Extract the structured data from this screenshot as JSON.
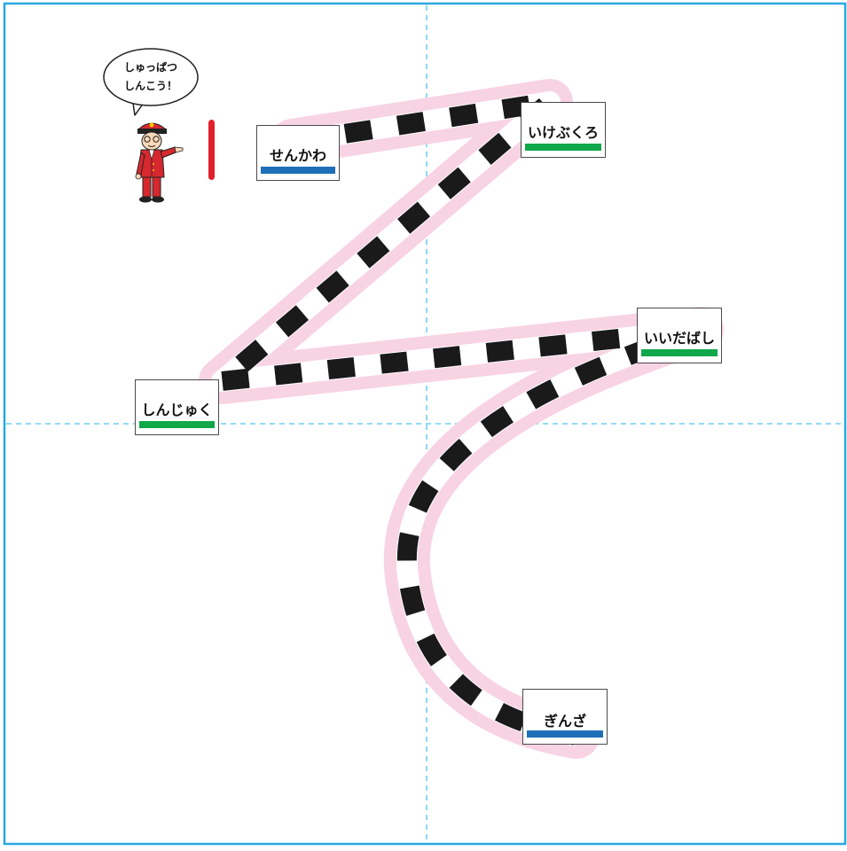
{
  "speech": {
    "line1": "しゅっぱつ",
    "line2": "しんこう！"
  },
  "stations": [
    {
      "name": "せんかわ",
      "line_color": "#1f6fb8"
    },
    {
      "name": "いけぶくろ",
      "line_color": "#10a84a"
    },
    {
      "name": "しんじゅく",
      "line_color": "#10a84a"
    },
    {
      "name": "いいだばし",
      "line_color": "#10a84a"
    },
    {
      "name": "ぎんざ",
      "line_color": "#1f6fb8"
    }
  ],
  "colors": {
    "frame": "#29a8e0",
    "guide": "#4fc3f0",
    "track_glow": "#f8d3e3",
    "rail": "#1a1a1a",
    "start_marker": "#e0202a",
    "conductor_uniform": "#d6282e"
  },
  "icons": {
    "character": "conductor-icon",
    "start": "start-marker-icon"
  }
}
